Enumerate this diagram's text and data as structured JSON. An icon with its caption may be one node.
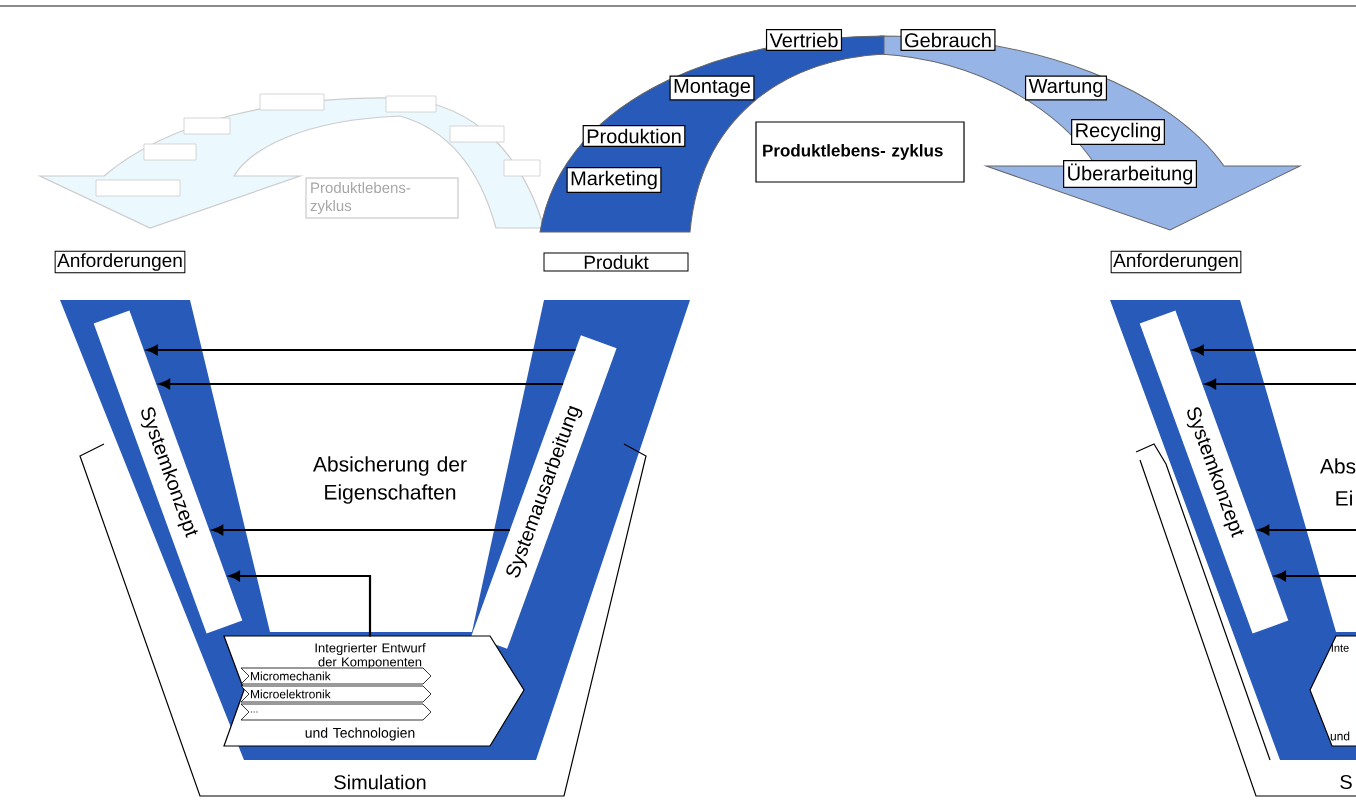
{
  "diagram": {
    "nodes": [
      {
        "text": [
          "Vertrieb"
        ]
      },
      {
        "text": [
          "Gebrauch"
        ]
      },
      {
        "text": [
          "Montage"
        ]
      },
      {
        "text": [
          "Wartung"
        ]
      },
      {
        "text": [
          "Produktion"
        ]
      },
      {
        "text": [
          "Recycling"
        ]
      },
      {
        "text": [
          "Marketing"
        ]
      },
      {
        "text": [
          "Überarbeitung"
        ]
      },
      {
        "text": [
          "Produktlebens- zyklus"
        ]
      },
      {
        "text": [
          "Produktlebens- zyklus"
        ]
      },
      {
        "text": [
          "Anforderungen"
        ]
      },
      {
        "text": [
          "Produkt"
        ]
      },
      {
        "text": [
          "Anforderungen"
        ]
      },
      {
        "text": [
          "Simulation"
        ]
      },
      {
        "text": [
          "Systemkonzept"
        ]
      },
      {
        "text": [
          "Systemausarbeitung"
        ]
      },
      {
        "text": [
          "Integrierter Entwurf der Komponenten",
          "und Technologien"
        ],
        "in": 13
      },
      {
        "text": [
          "Micromechanik"
        ],
        "in": 16
      },
      {
        "text": [
          "Microelektronik"
        ],
        "in": 16
      },
      {
        "text": [
          "..."
        ],
        "in": 16
      },
      {
        "text": [
          "Systemkonzept"
        ]
      }
    ],
    "edges": [
      {
        "from": 15,
        "to": 14,
        "arrow": "to"
      },
      {
        "from": 15,
        "to": 14,
        "arrow": "to"
      },
      {
        "from": 15,
        "to": 14,
        "arrow": "to"
      },
      {
        "from": 16,
        "to": 14,
        "arrow": "to"
      },
      {
        "from": null,
        "to": 20,
        "arrow": "to"
      },
      {
        "from": null,
        "to": 20,
        "arrow": "to"
      },
      {
        "from": null,
        "to": 20,
        "arrow": "to"
      },
      {
        "from": null,
        "to": 20,
        "arrow": "to"
      }
    ],
    "labels": [
      "Absicherung der Eigenschaften",
      "Abs",
      "Ei",
      "Inte",
      "und",
      "S"
    ]
  }
}
